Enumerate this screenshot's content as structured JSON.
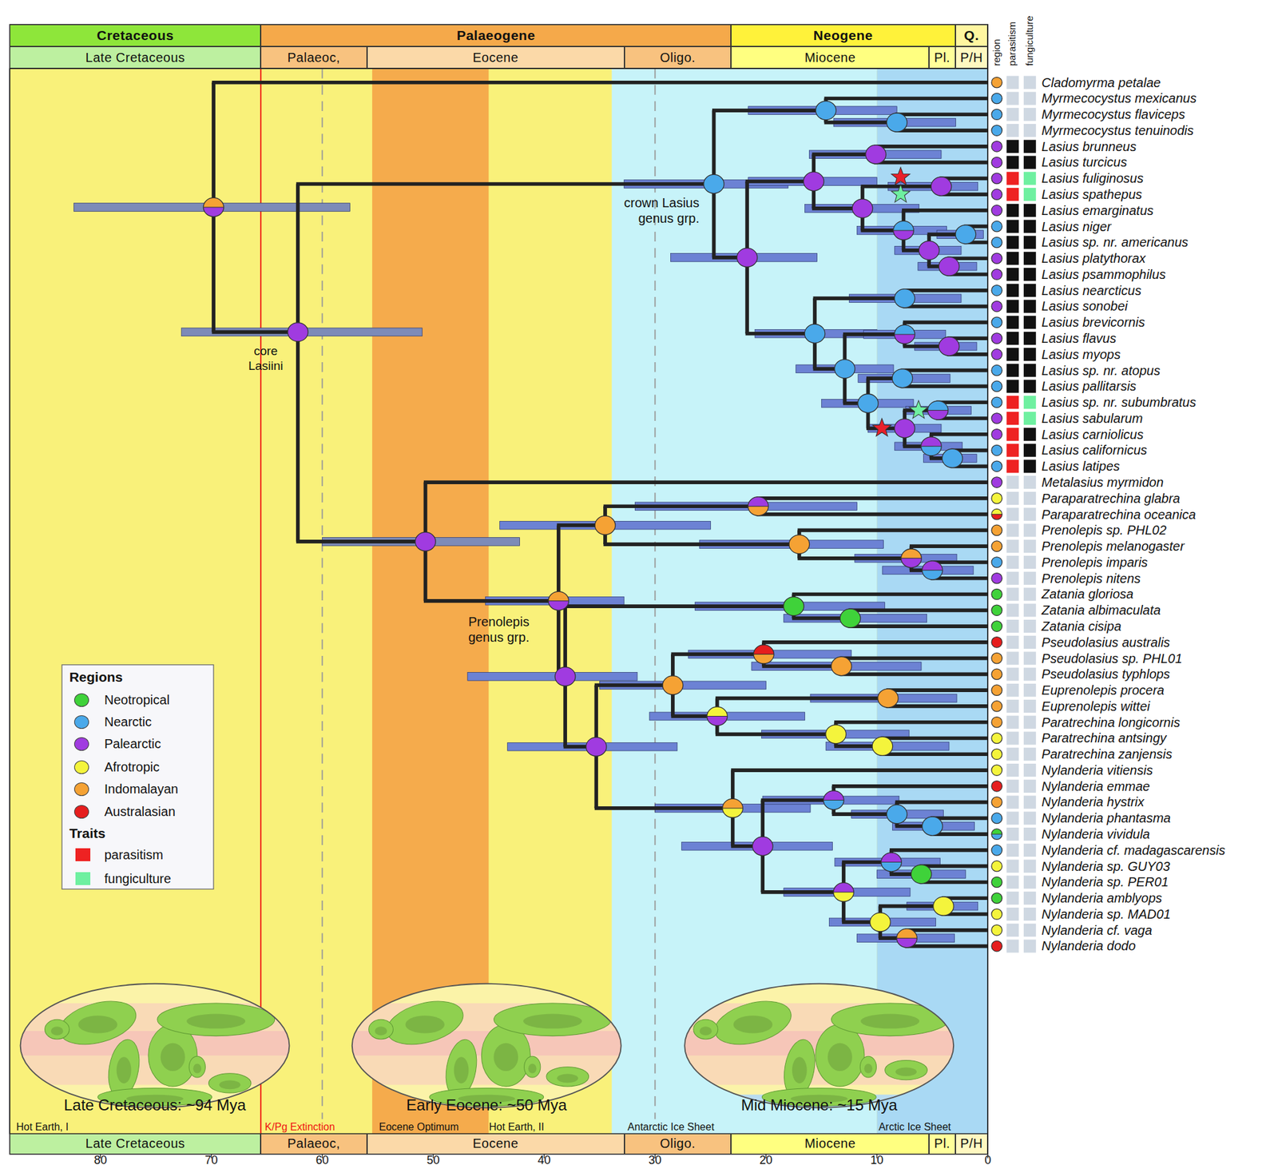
{
  "diagram": {
    "nodes": [
      {
        "text": [
          "Cretaceous"
        ]
      },
      {
        "text": [
          "Palaeogene"
        ]
      },
      {
        "text": [
          "Neogene"
        ]
      },
      {
        "text": [
          "Q."
        ]
      },
      {
        "text": [
          "Late Cretaceous"
        ]
      },
      {
        "text": [
          "Palaeoc,"
        ]
      },
      {
        "text": [
          "Eocene"
        ]
      },
      {
        "text": [
          "Oligo."
        ]
      },
      {
        "text": [
          "Miocene"
        ]
      },
      {
        "text": [
          "Pl."
        ]
      },
      {
        "text": [
          "P/H"
        ]
      },
      {
        "text": [
          "Late Cretaceous"
        ]
      },
      {
        "text": [
          "Palaeoc,"
        ]
      },
      {
        "text": [
          "Eocene"
        ]
      },
      {
        "text": [
          "Oligo."
        ]
      },
      {
        "text": [
          "Miocene"
        ]
      },
      {
        "text": [
          "Pl."
        ]
      },
      {
        "text": [
          "P/H"
        ]
      }
    ],
    "labels": [
      "region",
      "parasitism",
      "fungiculture",
      "Cladomyrma petalae",
      "Myrmecocystus mexicanus",
      "Myrmecocystus flaviceps",
      "Myrmecocystus tenuinodis",
      "Lasius brunneus",
      "Lasius turcicus",
      "Lasius fuliginosus",
      "Lasius spathepus",
      "Lasius emarginatus",
      "Lasius niger",
      "Lasius sp. nr. americanus",
      "Lasius platythorax",
      "Lasius psammophilus",
      "Lasius nearcticus",
      "Lasius sonobei",
      "Lasius brevicornis",
      "Lasius flavus",
      "Lasius myops",
      "Lasius sp. nr. atopus",
      "Lasius pallitarsis",
      "Lasius sp. nr. subumbratus",
      "Lasius sabularum",
      "Lasius carniolicus",
      "Lasius californicus",
      "Lasius latipes",
      "Metalasius myrmidon",
      "Paraparatrechina glabra",
      "Paraparatrechina oceanica",
      "Prenolepis sp. PHL02",
      "Prenolepis melanogaster",
      "Prenolepis imparis",
      "Prenolepis nitens",
      "Zatania gloriosa",
      "Zatania albimaculata",
      "Zatania cisipa",
      "Pseudolasius australis",
      "Pseudolasius sp. PHL01",
      "Pseudolasius typhlops",
      "Euprenolepis procera",
      "Euprenolepis wittei",
      "Paratrechina longicornis",
      "Paratrechina antsingy",
      "Paratrechina zanjensis",
      "Nylanderia vitiensis",
      "Nylanderia emmae",
      "Nylanderia hystrix",
      "Nylanderia phantasma",
      "Nylanderia vividula",
      "Nylanderia cf. madagascarensis",
      "Nylanderia sp. GUY03",
      "Nylanderia sp. PER01",
      "Nylanderia amblyops",
      "Nylanderia sp. MAD01",
      "Nylanderia cf. vaga",
      "Nylanderia dodo",
      "crown Lasius genus grp.",
      "core Lasiini",
      "Prenolepis genus grp.",
      "Regions",
      "Traits",
      "Late Cretaceous: ~94 Mya",
      "Early Eocene: ~50 Mya",
      "Mid Miocene: ~15 Mya",
      "Hot Earth, I",
      "K/Pg Extinction",
      "Eocene Optimum",
      "Hot Earth, II",
      "Antarctic Ice Sheet",
      "Arctic Ice Sheet",
      "80",
      "70",
      "60",
      "50",
      "40",
      "30",
      "20",
      "10",
      "0"
    ],
    "legend": [
      {
        "text": "Neotropical",
        "color": "#3fd23a"
      },
      {
        "text": "Nearctic",
        "color": "#4aa9ea"
      },
      {
        "text": "Palearctic",
        "color": "#a03be0"
      },
      {
        "text": "Afrotropic",
        "color": "#f4f43c"
      },
      {
        "text": "Indomalayan",
        "color": "#f5a234"
      },
      {
        "text": "Australasian",
        "color": "#e61e1e"
      },
      {
        "text": "parasitism",
        "color": "#ee2222"
      },
      {
        "text": "fungiculture",
        "color": "#6ef0a0"
      }
    ]
  }
}
